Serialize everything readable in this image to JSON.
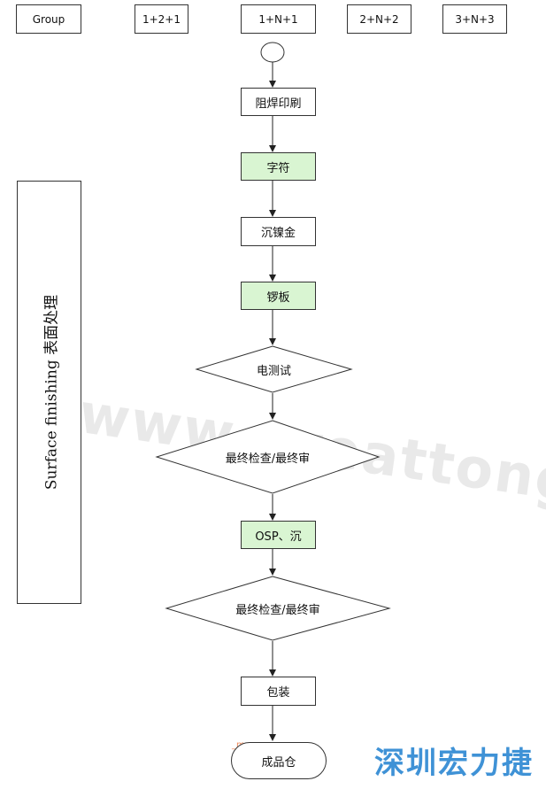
{
  "header": {
    "group": "Group",
    "col1": "1+2+1",
    "col2": "1+N+1",
    "col3": "2+N+2",
    "col4": "3+N+3"
  },
  "side_label": "Surface finishing 表面处理",
  "steps": {
    "solder_mask_print": "阻焊印刷",
    "legend": "字符",
    "enig": "沉镍金",
    "routing": "锣板",
    "electrical_test": "电测试",
    "final_inspection_1": "最终检查/最终审",
    "osp": "OSP、沉",
    "final_inspection_2": "最终检查/最终审",
    "packing": "包装",
    "finished_warehouse": "成品仓"
  },
  "watermark": "www.greattong.com",
  "brand": "深圳宏力捷",
  "tiny_mark": "_m",
  "colors": {
    "highlight": "#d9f5d2",
    "brand": "#3f92d6",
    "line": "#333333"
  }
}
